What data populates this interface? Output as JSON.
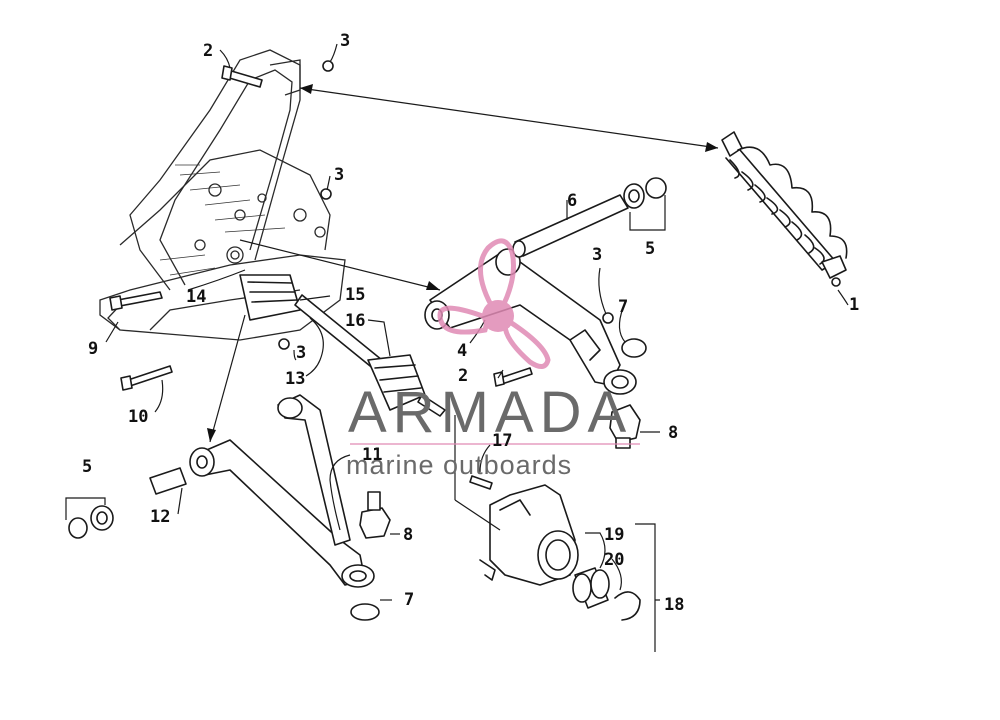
{
  "diagram": {
    "callouts": [
      {
        "id": "c1",
        "label": "1"
      },
      {
        "id": "c2a",
        "label": "2"
      },
      {
        "id": "c2b",
        "label": "2"
      },
      {
        "id": "c3a",
        "label": "3"
      },
      {
        "id": "c3b",
        "label": "3"
      },
      {
        "id": "c3c",
        "label": "3"
      },
      {
        "id": "c3d",
        "label": "3"
      },
      {
        "id": "c4",
        "label": "4"
      },
      {
        "id": "c5a",
        "label": "5"
      },
      {
        "id": "c5b",
        "label": "5"
      },
      {
        "id": "c6",
        "label": "6"
      },
      {
        "id": "c7a",
        "label": "7"
      },
      {
        "id": "c7b",
        "label": "7"
      },
      {
        "id": "c8a",
        "label": "8"
      },
      {
        "id": "c8b",
        "label": "8"
      },
      {
        "id": "c9",
        "label": "9"
      },
      {
        "id": "c10",
        "label": "10"
      },
      {
        "id": "c11",
        "label": "11"
      },
      {
        "id": "c12",
        "label": "12"
      },
      {
        "id": "c13",
        "label": "13"
      },
      {
        "id": "c14",
        "label": "14"
      },
      {
        "id": "c15",
        "label": "15"
      },
      {
        "id": "c16",
        "label": "16"
      },
      {
        "id": "c17",
        "label": "17"
      },
      {
        "id": "c18",
        "label": "18"
      },
      {
        "id": "c19",
        "label": "19"
      },
      {
        "id": "c20",
        "label": "20"
      }
    ]
  },
  "watermark": {
    "brand": "ARMADA",
    "tagline": "marine outboards",
    "logo_color": "#e08ab4",
    "text_color": "#6a6a6a"
  }
}
